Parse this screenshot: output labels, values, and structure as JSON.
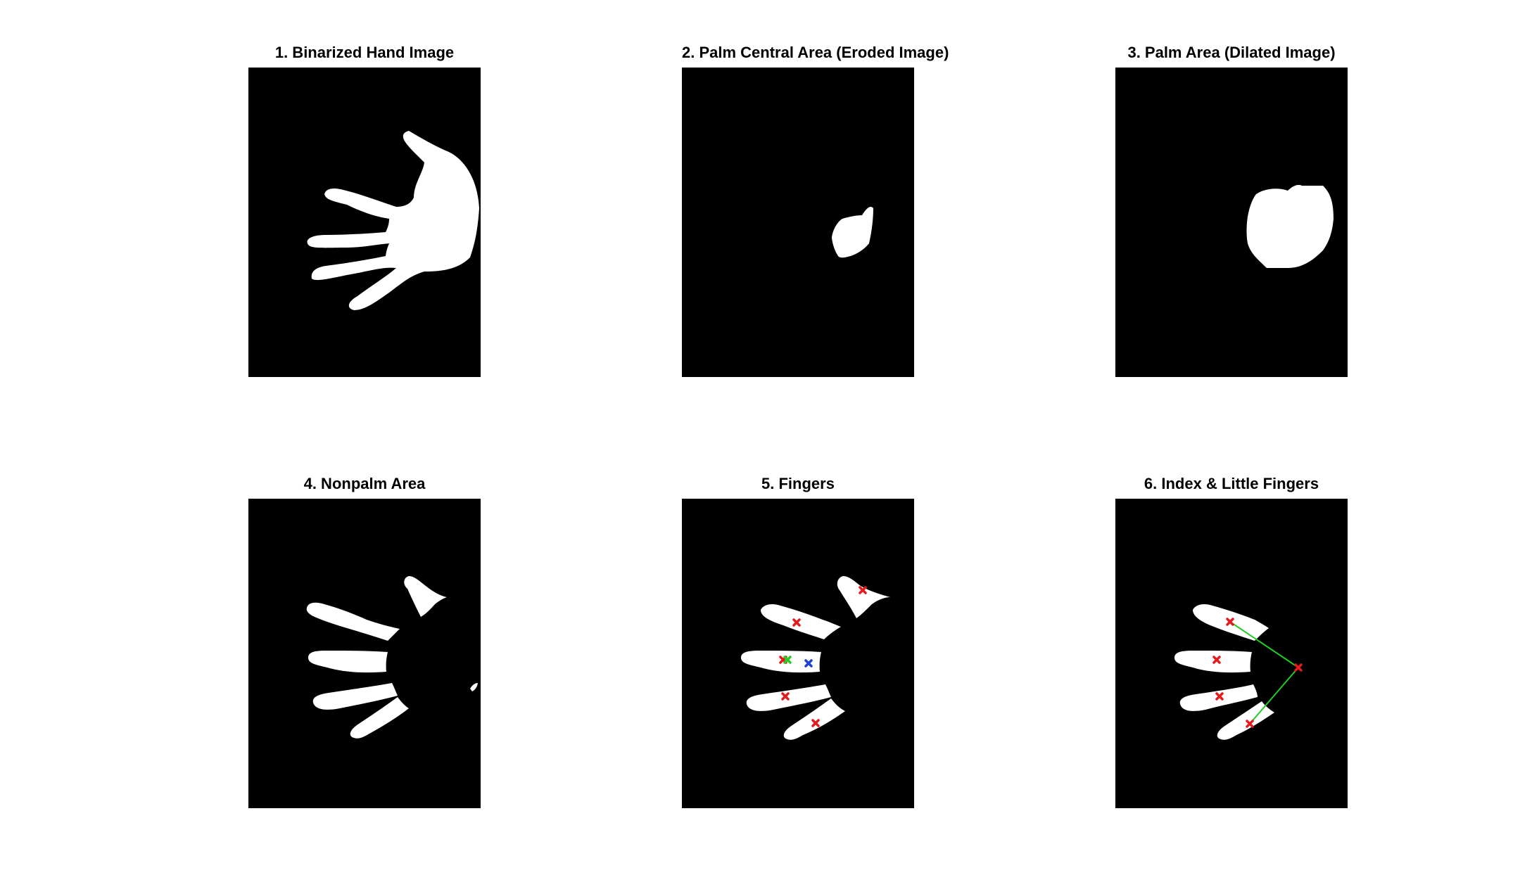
{
  "figure": {
    "background": "#ffffff",
    "panels": [
      {
        "title": "1. Binarized Hand Image"
      },
      {
        "title": "2. Palm Central Area (Eroded Image)"
      },
      {
        "title": "3. Palm Area (Dilated Image)"
      },
      {
        "title": "4. Nonpalm Area"
      },
      {
        "title": "5. Fingers"
      },
      {
        "title": "6. Index & Little Fingers"
      }
    ]
  },
  "colors": {
    "image_background": "#000000",
    "foreground": "#ffffff",
    "finger_marker": "#e41a1c",
    "midpoint_marker": "#22cc22",
    "reference_marker": "#1f3fd6",
    "connector_line": "#22cc22"
  }
}
